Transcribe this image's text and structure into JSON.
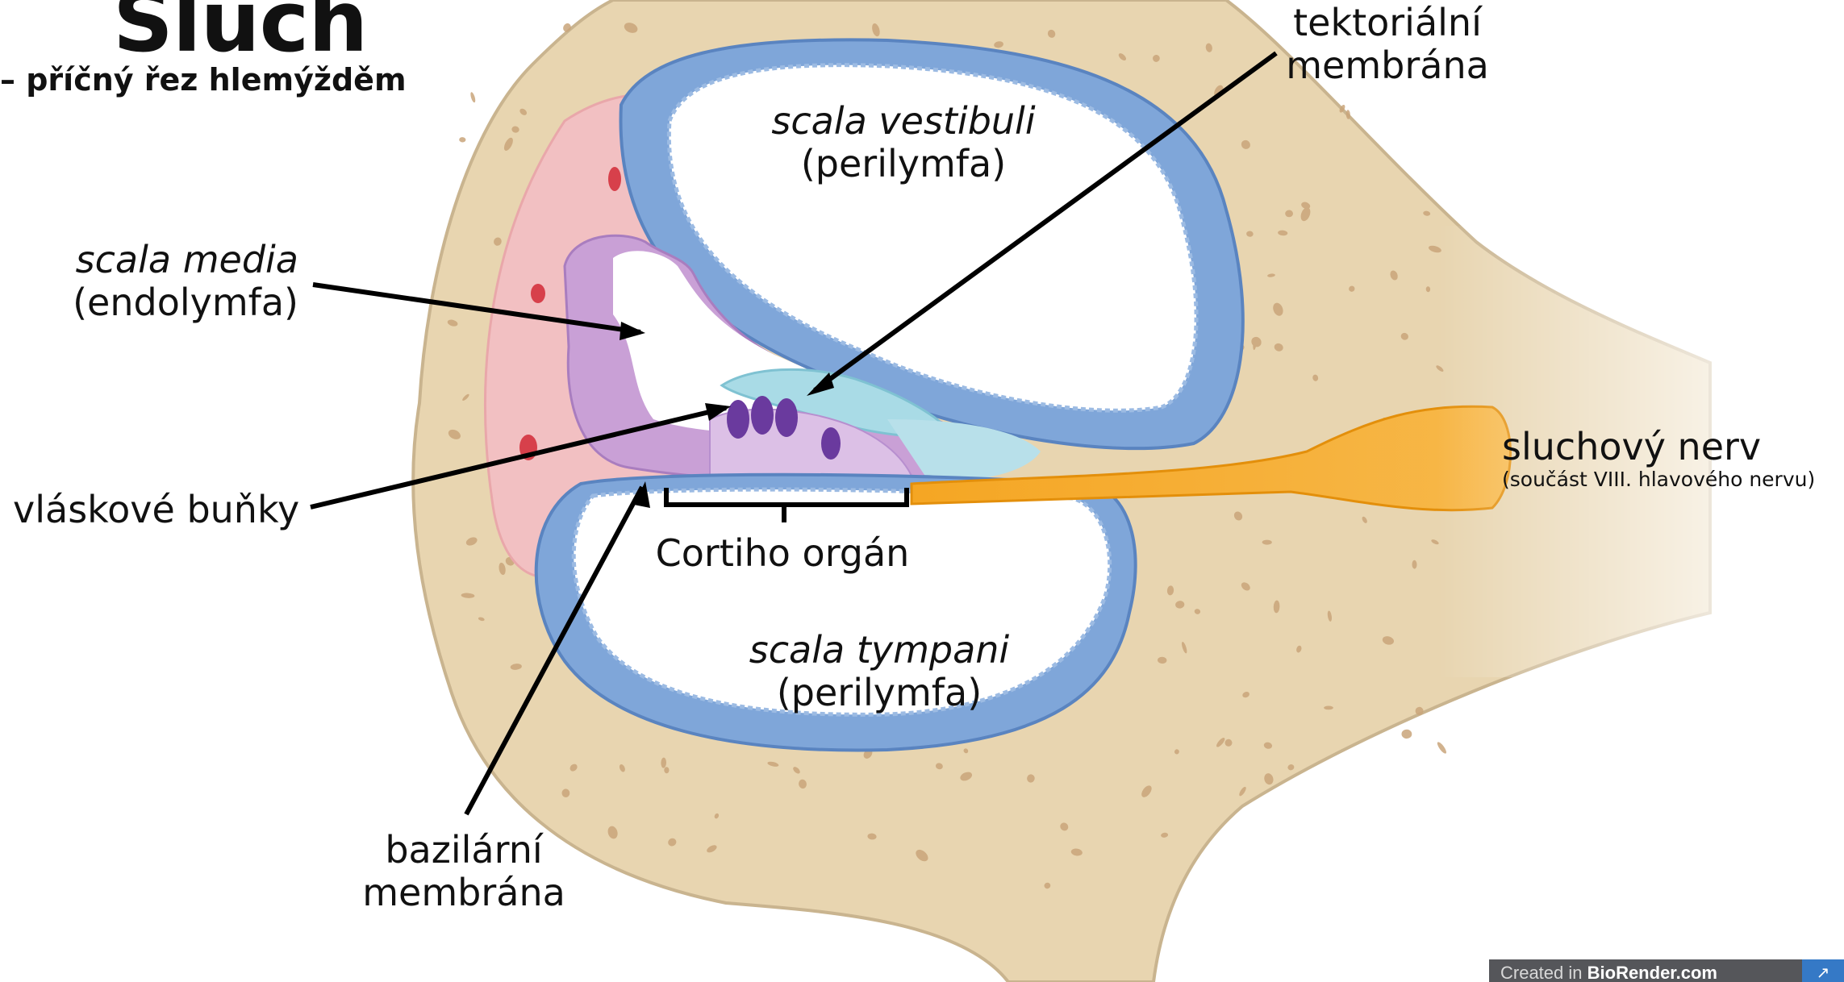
{
  "title": "Sluch",
  "subtitle": "– příčný řez hlemýžděm",
  "labels": {
    "tectorial_line1": "tektoriální",
    "tectorial_line2": "membrána",
    "scala_vestibuli": "scala vestibuli",
    "scala_vestibuli_fluid": "(perilymfa)",
    "scala_media": "scala media",
    "scala_media_fluid": "(endolymfa)",
    "hair_cells": "vláskové buňky",
    "organ_of_corti": "Cortiho orgán",
    "scala_tympani": "scala tympani",
    "scala_tympani_fluid": "(perilymfa)",
    "basilar_line1": "bazilární",
    "basilar_line2": "membrána",
    "auditory_nerve": "sluchový nerv",
    "auditory_nerve_note": "(součást VIII. hlavového nervu)"
  },
  "badge": {
    "prefix": "Created in ",
    "brand": "BioRender.com",
    "icon": "biorender-logo-icon"
  },
  "colors": {
    "bone": "#e8d5b0",
    "bone_dots": "#c9a57a",
    "stria": "#f2c0c2",
    "membrane_blue": "#7fa6d9",
    "spiral_purple": "#c9a0d6",
    "tectorial": "#a9dbe6",
    "nerve": "#f5a623"
  }
}
